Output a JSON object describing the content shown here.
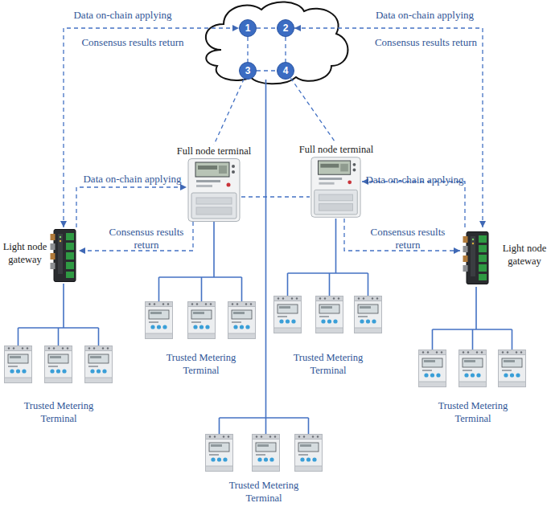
{
  "diagram": {
    "nodes": [
      {
        "text": [
          "1"
        ]
      },
      {
        "text": [
          "2"
        ]
      },
      {
        "text": [
          "3"
        ]
      },
      {
        "text": [
          "4"
        ]
      },
      {
        "text": [
          "Full node terminal"
        ]
      },
      {
        "text": [
          "Full node terminal"
        ]
      },
      {
        "text": [
          "Light node gateway"
        ]
      },
      {
        "text": [
          "Light node gateway"
        ]
      },
      {
        "text": [
          "Trusted Metering Terminal"
        ]
      },
      {
        "text": [
          "Trusted Metering Terminal"
        ]
      },
      {
        "text": [
          "Trusted Metering Terminal"
        ]
      },
      {
        "text": [
          "Trusted Metering Terminal"
        ]
      },
      {
        "text": [
          "Trusted Metering Terminal"
        ]
      }
    ],
    "edges": [
      {
        "from": 0,
        "to": 1,
        "arrow": "none"
      },
      {
        "from": 0,
        "to": 2,
        "arrow": "none"
      },
      {
        "from": 1,
        "to": 3,
        "arrow": "none"
      },
      {
        "from": 2,
        "to": 3,
        "arrow": "none"
      },
      {
        "from": 6,
        "to": 0,
        "arrow": "both",
        "label": "Data on-chain applying"
      },
      {
        "from": 7,
        "to": 1,
        "arrow": "both",
        "label": "Data on-chain applying"
      },
      {
        "from": 2,
        "to": 4,
        "arrow": "none"
      },
      {
        "from": 3,
        "to": 5,
        "arrow": "none"
      },
      {
        "from": 4,
        "to": 5,
        "arrow": "none"
      },
      {
        "from": 6,
        "to": 4,
        "arrow": "to",
        "label": "Data on-chain applying"
      },
      {
        "from": 4,
        "to": 6,
        "arrow": "to",
        "label": "Consensus results return"
      },
      {
        "from": 7,
        "to": 5,
        "arrow": "to",
        "label": "Data on-chain applying"
      },
      {
        "from": 5,
        "to": 7,
        "arrow": "to",
        "label": "Consensus results return"
      },
      {
        "from": 6,
        "to": 10,
        "arrow": "none"
      },
      {
        "from": 4,
        "to": 8,
        "arrow": "none"
      },
      {
        "from": 5,
        "to": 9,
        "arrow": "none"
      },
      {
        "from": 7,
        "to": 11,
        "arrow": "none"
      }
    ],
    "labels": [
      "Consensus results return",
      "Consensus results return"
    ]
  }
}
